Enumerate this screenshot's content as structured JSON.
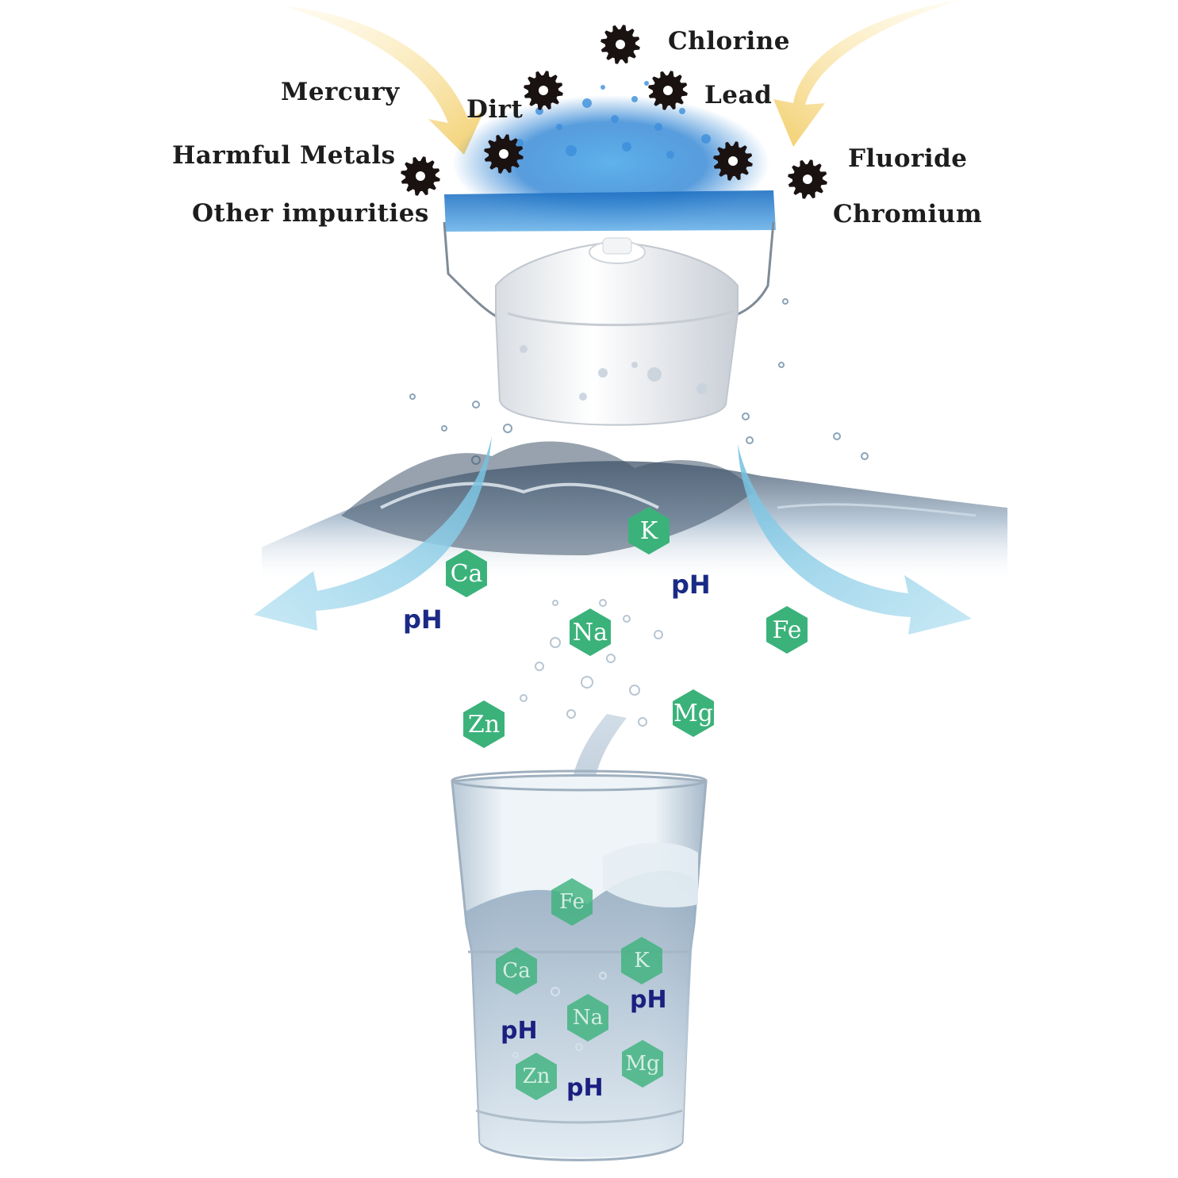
{
  "contaminants": {
    "chlorine": "Chlorine",
    "mercury": "Mercury",
    "dirt": "Dirt",
    "lead": "Lead",
    "harmful_metals": "Harmful Metals",
    "fluoride": "Fluoride",
    "other_impurities": "Other impurities",
    "chromium": "Chromium"
  },
  "minerals": {
    "k": "K",
    "ca": "Ca",
    "na": "Na",
    "fe": "Fe",
    "zn": "Zn",
    "mg": "Mg"
  },
  "ph_label": "pH",
  "colors": {
    "contaminant_gear": "#1a1111",
    "mineral_hex": "#3bb27a",
    "ph_text": "#1a2a86",
    "inflow_arrow": "#f3d68a",
    "outflow_arrow": "#8fcfe6",
    "water": "#2f7fd0"
  }
}
